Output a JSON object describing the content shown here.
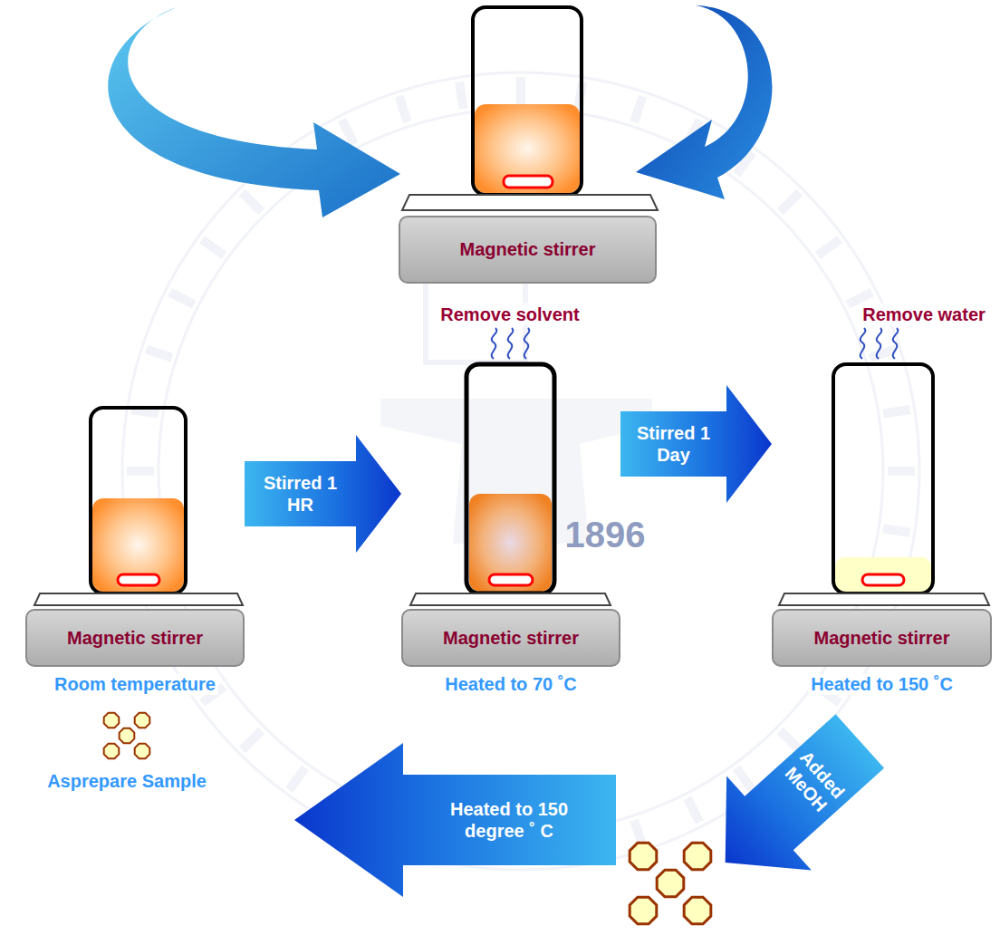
{
  "diagram": {
    "nodes": [
      {
        "text": [
          "Magnetic stirrer"
        ]
      },
      {
        "text": [
          "Magnetic stirrer",
          "Room temperature"
        ]
      },
      {
        "text": [
          "Magnetic stirrer",
          "Heated to 70 ˚C"
        ]
      },
      {
        "text": [
          "Magnetic stirrer",
          "Heated to 150 ˚C"
        ]
      }
    ],
    "edges": [
      {
        "from": 1,
        "to": 2,
        "arrow": "to",
        "label": "Stirred 1 HR"
      },
      {
        "from": 2,
        "to": 3,
        "arrow": "to",
        "label": "Stirred 1 Day"
      }
    ],
    "labels": [
      "Remove solvent",
      "Remove water",
      "1896",
      "Added MeOH",
      "Heated to 150 degree ˚ C",
      "Asprepare Sample"
    ]
  }
}
